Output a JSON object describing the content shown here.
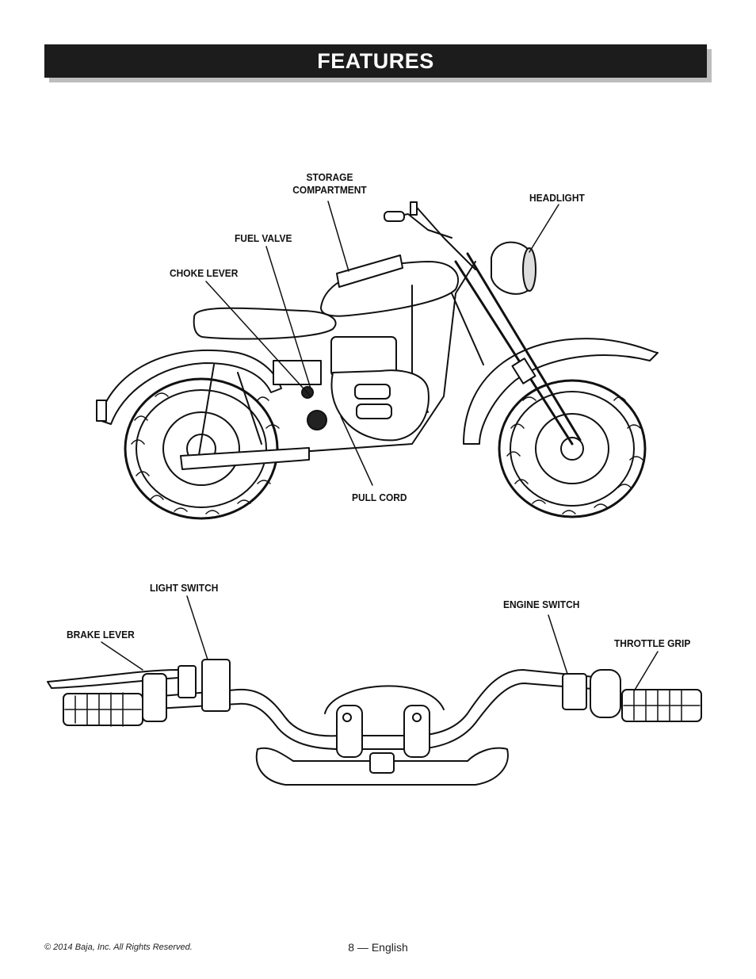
{
  "header": {
    "title": "FEATURES"
  },
  "motorcycle_labels": {
    "storage_compartment_line1": "STORAGE",
    "storage_compartment_line2": "COMPARTMENT",
    "headlight": "HEADLIGHT",
    "fuel_valve": "FUEL VALVE",
    "choke_lever": "CHOKE LEVER",
    "pull_cord": "PULL CORD"
  },
  "handlebar_labels": {
    "light_switch": "LIGHT SWITCH",
    "engine_switch": "ENGINE SWITCH",
    "brake_lever": "BRAKE LEVER",
    "throttle_grip": "THROTTLE GRIP"
  },
  "footer": {
    "copyright": "© 2014 Baja, Inc. All Rights Reserved.",
    "page": "8 — English"
  }
}
